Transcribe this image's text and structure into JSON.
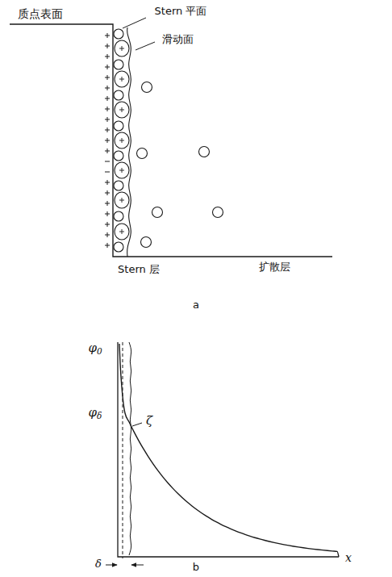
{
  "diagram": {
    "labels": [
      "质点表面",
      "Stern 平面",
      "滑动面",
      "Stern 层",
      "扩散层",
      "a",
      "φ0",
      "φδ",
      "ζ",
      "δ",
      "x",
      "b"
    ]
  }
}
